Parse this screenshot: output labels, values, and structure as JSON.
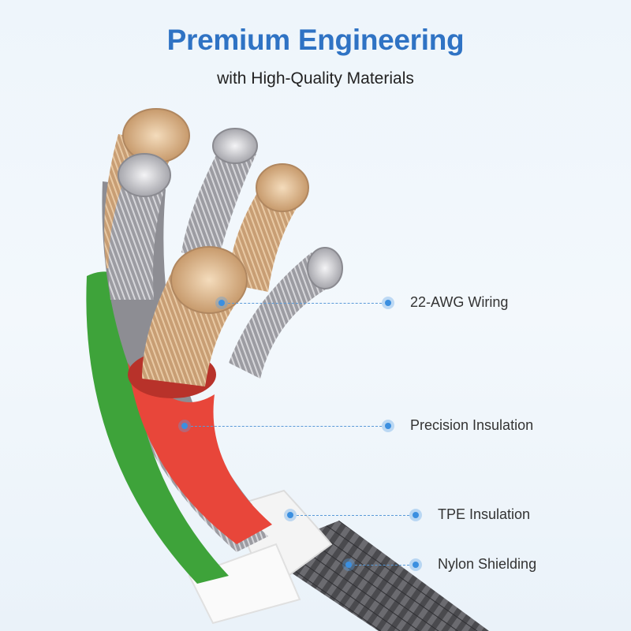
{
  "header": {
    "title": "Premium Engineering",
    "subtitle": "with High-Quality Materials"
  },
  "callouts": [
    {
      "label": "22-AWG Wiring"
    },
    {
      "label": "Precision Insulation"
    },
    {
      "label": "TPE Insulation"
    },
    {
      "label": "Nylon Shielding"
    }
  ],
  "colors": {
    "title": "#2f73c4",
    "accent_dot": "#3b8fe0",
    "insulation_red": "#e8463a",
    "insulation_green": "#3ea33a",
    "braid": "#5a5a5e",
    "copper": "#c9a27a",
    "tinned": "#b8b8bc"
  }
}
